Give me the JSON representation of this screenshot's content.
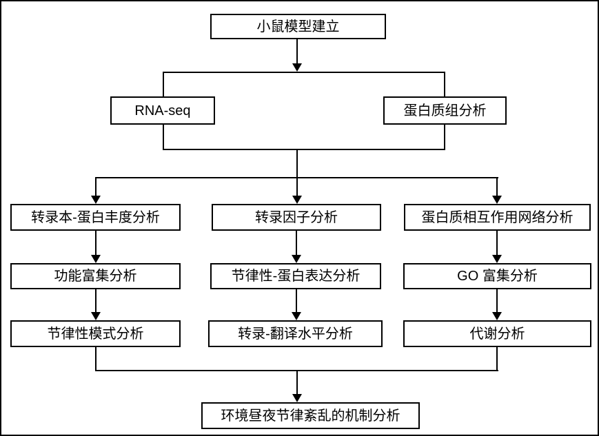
{
  "diagram": {
    "type": "flowchart",
    "colors": {
      "line": "#000000",
      "box_fill": "#ffffff",
      "background": "#ffffff"
    },
    "nodes": {
      "mouse_model": {
        "label": "小鼠模型建立"
      },
      "rna_seq": {
        "label": "RNA-seq"
      },
      "proteomics": {
        "label": "蛋白质组分析"
      },
      "transcript_protein_abundance": {
        "label": "转录本-蛋白丰度分析"
      },
      "functional_enrichment": {
        "label": "功能富集分析"
      },
      "rhythmic_pattern": {
        "label": "节律性模式分析"
      },
      "transcription_factor": {
        "label": "转录因子分析"
      },
      "rhythmic_protein_expression": {
        "label": "节律性-蛋白表达分析"
      },
      "transcription_translation": {
        "label": "转录-翻译水平分析"
      },
      "ppi_network": {
        "label": "蛋白质相互作用网络分析"
      },
      "go_enrichment": {
        "label": "GO 富集分析"
      },
      "metabolism": {
        "label": "代谢分析"
      },
      "mechanism": {
        "label": "环境昼夜节律紊乱的机制分析"
      }
    },
    "edges": [
      "mouse_model -> (RNA-seq + proteomics group)",
      "group -> transcript_protein_abundance",
      "group -> transcription_factor",
      "group -> ppi_network",
      "transcript_protein_abundance -> functional_enrichment",
      "functional_enrichment -> rhythmic_pattern",
      "transcription_factor -> rhythmic_protein_expression",
      "rhythmic_protein_expression -> transcription_translation",
      "ppi_network -> go_enrichment",
      "go_enrichment -> metabolism",
      "rhythmic_pattern + metabolism -> mechanism"
    ]
  }
}
